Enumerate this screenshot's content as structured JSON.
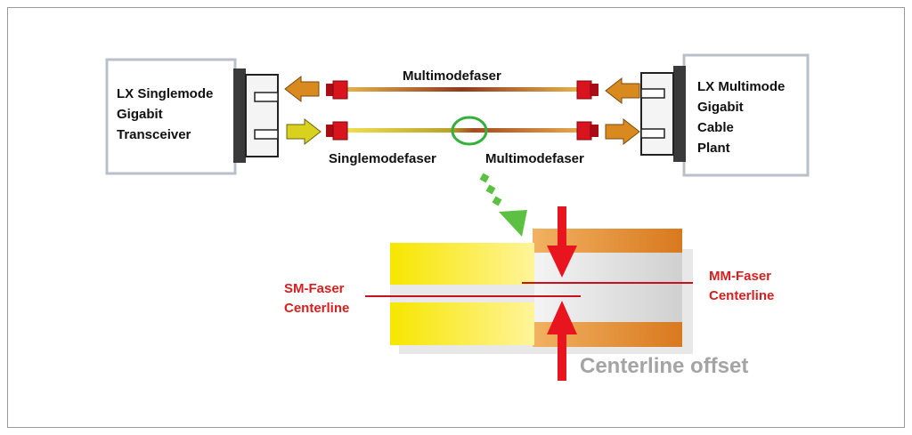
{
  "left_box": {
    "lines": [
      "LX Singlemode",
      "Gigabit",
      "Transceiver"
    ]
  },
  "right_box": {
    "lines": [
      "LX Multimode",
      "Gigabit",
      "Cable",
      "Plant"
    ]
  },
  "top_fiber_label": "Multimodefaser",
  "bottom_left_fiber_label": "Singlemodefaser",
  "bottom_right_fiber_label": "Multimodefaser",
  "sm_label": {
    "lines": [
      "SM-Faser",
      "Centerline"
    ]
  },
  "mm_label": {
    "lines": [
      "MM-Faser",
      "Centerline"
    ]
  },
  "offset_label": "Centerline offset",
  "colors": {
    "text": "#111111",
    "red_text": "#d81e1e",
    "arrow_red": "#e8141e",
    "offset_text": "#a4a4a4",
    "box_border": "#b9c0c8",
    "sm_fiber": "#f4e21a",
    "mm_fiber": "#e48e2e",
    "core": "#d8d8d8",
    "ring": "#35b03a",
    "connector": "#c8101e"
  }
}
